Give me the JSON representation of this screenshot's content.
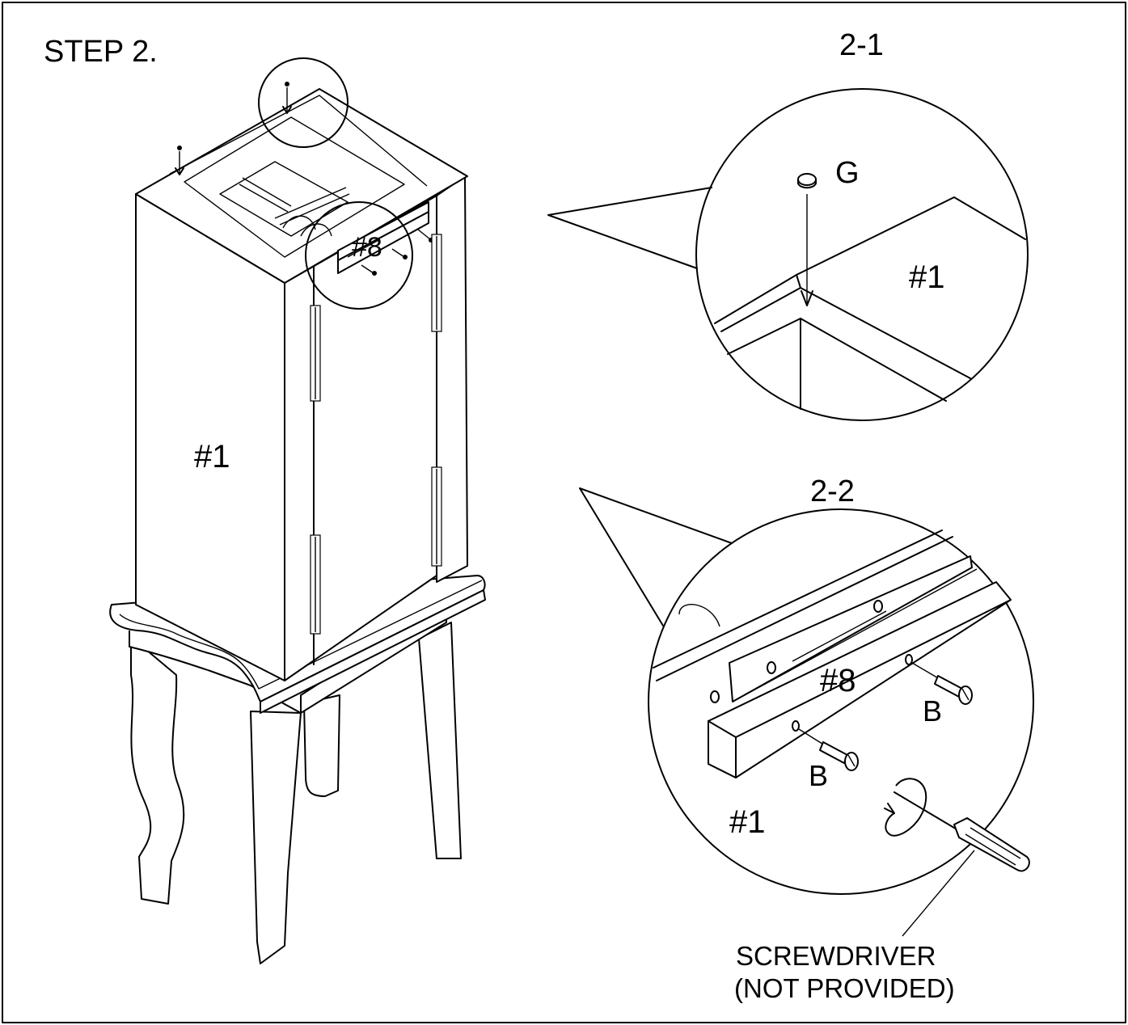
{
  "step_title": "STEP 2.",
  "main_panel_label": "#1",
  "main_rail_label": "#8",
  "detail_1": {
    "title": "2-1",
    "part_label": "G",
    "panel_label": "#1"
  },
  "detail_2": {
    "title": "2-2",
    "rail_label": "#8",
    "screw_label_right": "B",
    "screw_label_left": "B",
    "panel_label": "#1"
  },
  "tool_note": {
    "line1": "SCREWDRIVER",
    "line2": "(NOT PROVIDED)"
  }
}
